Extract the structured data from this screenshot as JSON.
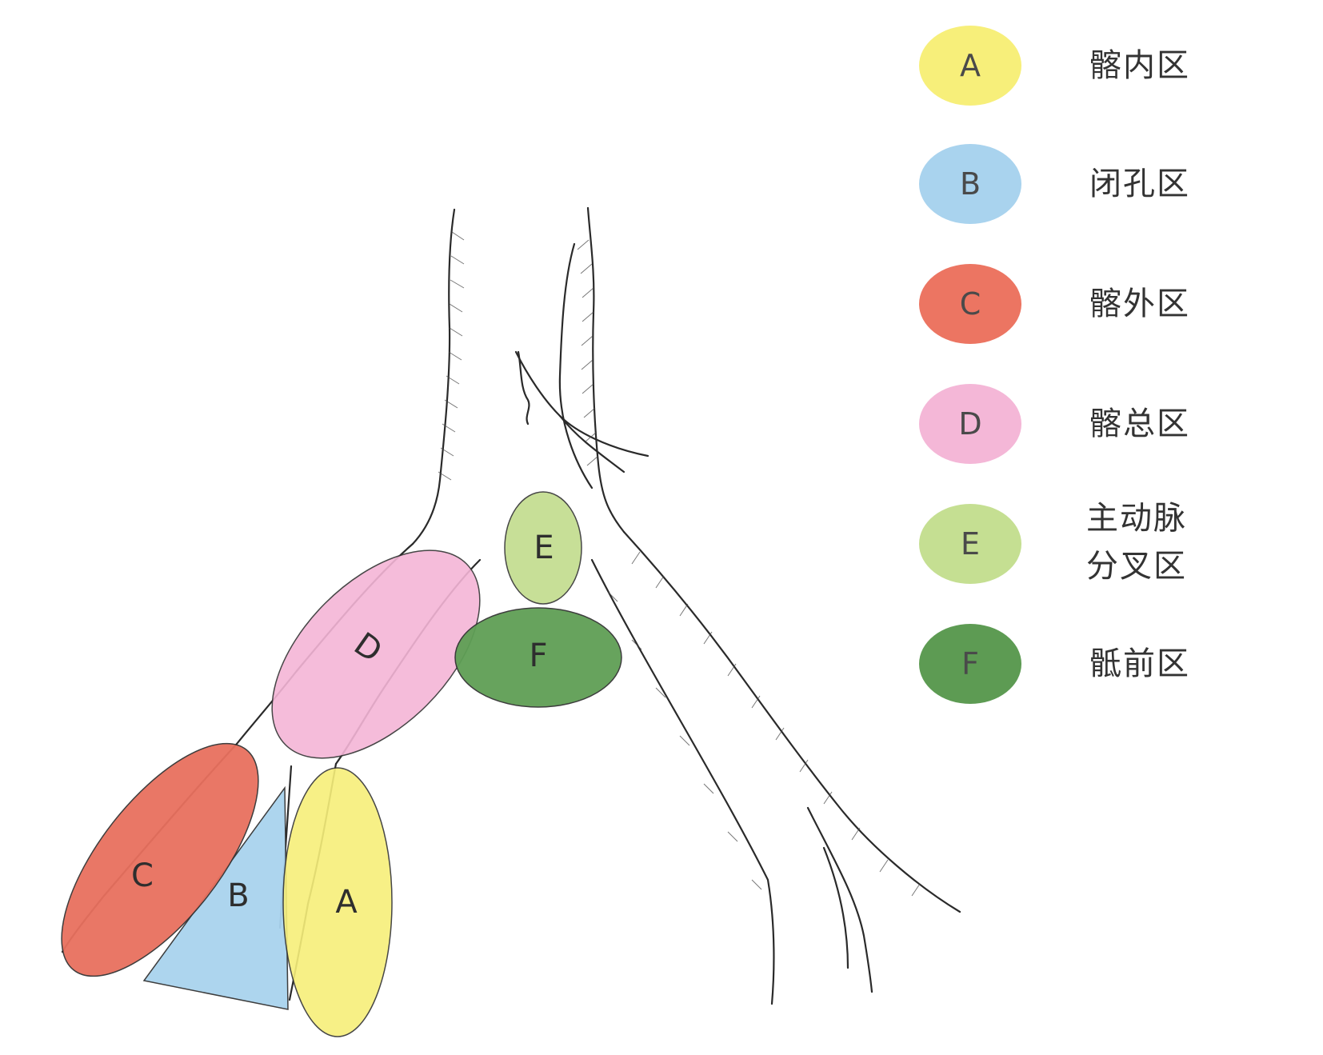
{
  "regions": {
    "A": {
      "letter": "A",
      "color": "#f7ef7a"
    },
    "B": {
      "letter": "B",
      "color": "#a9d3ee"
    },
    "C": {
      "letter": "C",
      "color": "#e8705e"
    },
    "D": {
      "letter": "D",
      "color": "#f4b5d6"
    },
    "E": {
      "letter": "E",
      "color": "#c2dc8c"
    },
    "F": {
      "letter": "F",
      "color": "#5f9f55"
    }
  },
  "legend": [
    {
      "key": "A",
      "name": "髂内区",
      "color": "#f7ef7a"
    },
    {
      "key": "B",
      "name": "闭孔区",
      "color": "#a9d3ee"
    },
    {
      "key": "C",
      "name": "髂外区",
      "color": "#ec7562"
    },
    {
      "key": "D",
      "name": "髂总区",
      "color": "#f4b7d7"
    },
    {
      "key": "E",
      "name_line1": "主动脉",
      "name_line2": "分叉区",
      "color": "#c5df92"
    },
    {
      "key": "F",
      "name": "骶前区",
      "color": "#5d9b53"
    }
  ]
}
